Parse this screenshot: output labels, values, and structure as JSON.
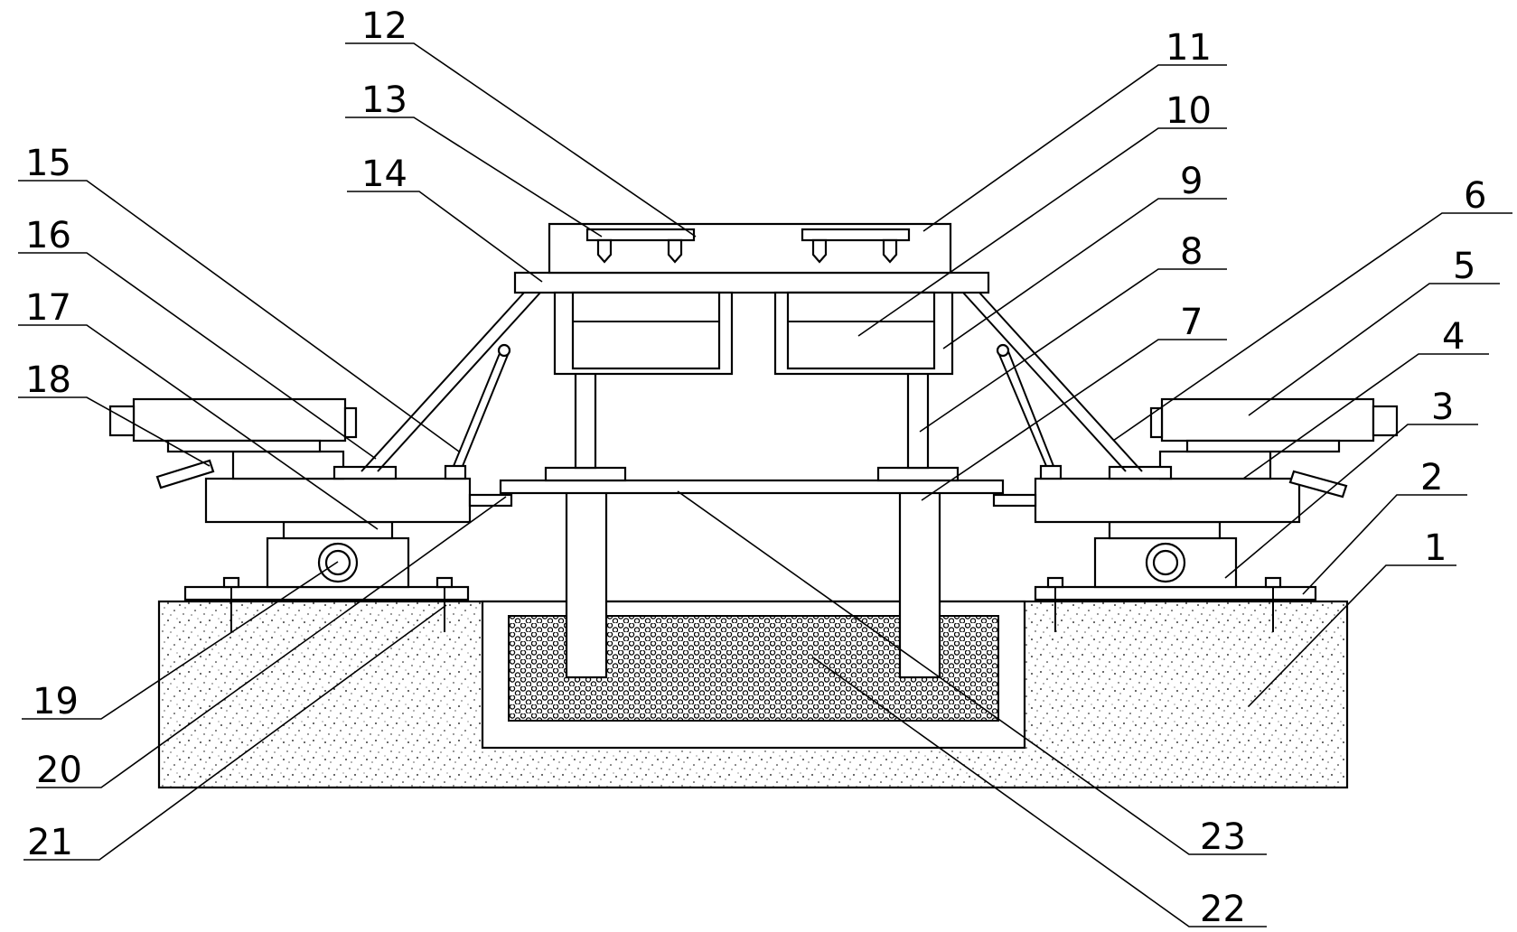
{
  "figure": {
    "labels": [
      "1",
      "2",
      "3",
      "4",
      "5",
      "6",
      "7",
      "8",
      "9",
      "10",
      "11",
      "12",
      "13",
      "14",
      "15",
      "16",
      "17",
      "18",
      "19",
      "20",
      "21",
      "22",
      "23"
    ]
  },
  "colors": {
    "stroke": "#000000",
    "background": "#ffffff",
    "concrete_fill": "stipple",
    "mesh_fill": "honeycomb"
  }
}
